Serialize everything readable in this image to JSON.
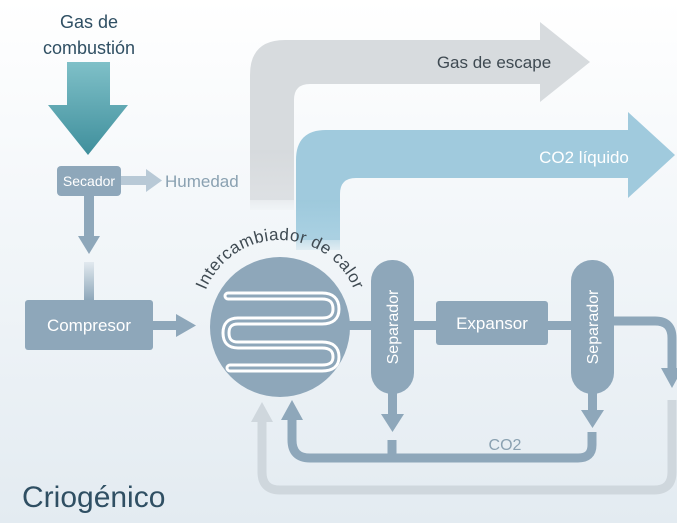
{
  "title": "Criogénico",
  "inputs": {
    "flue_gas_line1": "Gas de",
    "flue_gas_line2": "combustión"
  },
  "outputs": {
    "exhaust_gas": "Gas de escape",
    "liquid_co2": "CO2 líquido"
  },
  "components": {
    "dryer": "Secador",
    "moisture": "Humedad",
    "compressor": "Compresor",
    "heat_exchanger": "Intercambiador de calor",
    "separator_1": "Separador",
    "expander": "Expansor",
    "separator_2": "Separador",
    "co2_loop": "CO2"
  },
  "colors": {
    "process_blue": "#8ea7ba",
    "teal_arrow": "#4e9aa7",
    "liquid_co2_blue": "#9cc7dc",
    "exhaust_gray": "#d8dcdf",
    "text_dark": "#2f4f63"
  }
}
